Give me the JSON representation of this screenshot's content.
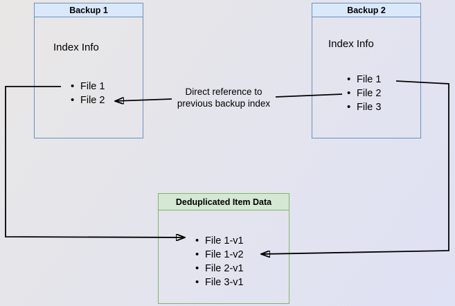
{
  "diagram": {
    "background": {
      "gradient_start": "#e9e7e5",
      "gradient_end": "#dfe2f5"
    },
    "backup1": {
      "title": "Backup 1",
      "body_label": "Index Info",
      "items": [
        "File 1",
        "File 2"
      ],
      "border_color": "#6c8ebf",
      "header_fill": "#dae8fc"
    },
    "backup2": {
      "title": "Backup 2",
      "body_label": "Index Info",
      "items": [
        "File 1",
        "File 2",
        "File 3"
      ],
      "border_color": "#6c8ebf",
      "header_fill": "#dae8fc"
    },
    "dedup": {
      "title": "Deduplicated Item Data",
      "items": [
        "File 1-v1",
        "File 1-v2",
        "File 2-v1",
        "File 3-v1"
      ],
      "border_color": "#82b366",
      "header_fill": "#d5e8d4"
    },
    "edge_label": {
      "line1": "Direct reference to",
      "line2": "previous backup index"
    },
    "line_color": "#000000"
  }
}
